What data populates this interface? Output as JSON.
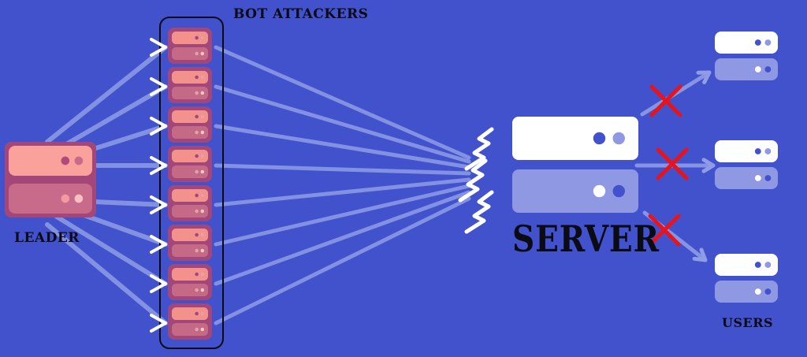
{
  "labels": {
    "title": "BOT ATTACKERS",
    "leader": "LEADER",
    "server": "SERVER",
    "users": "USERS"
  },
  "icons": {
    "leader": "server-rack-icon",
    "bot": "server-rack-icon",
    "server": "server-rack-icon",
    "user": "server-rack-icon",
    "attack": "lightning-bolt-icon",
    "blocked": "red-x-icon"
  },
  "counts": {
    "bots": 8,
    "users": 3
  },
  "colors": {
    "background": "#4152cc",
    "leader_top": "#f9a19a",
    "leader_bottom": "#c86a8a",
    "bot_frame": "#a3477a",
    "bot_top": "#f3918c",
    "bot_bottom": "#c46a86",
    "server_top": "#ffffff",
    "server_bottom": "#8e98e3",
    "line": "#8f9ce6",
    "cross": "#e8141c",
    "text": "#0b0b14"
  }
}
